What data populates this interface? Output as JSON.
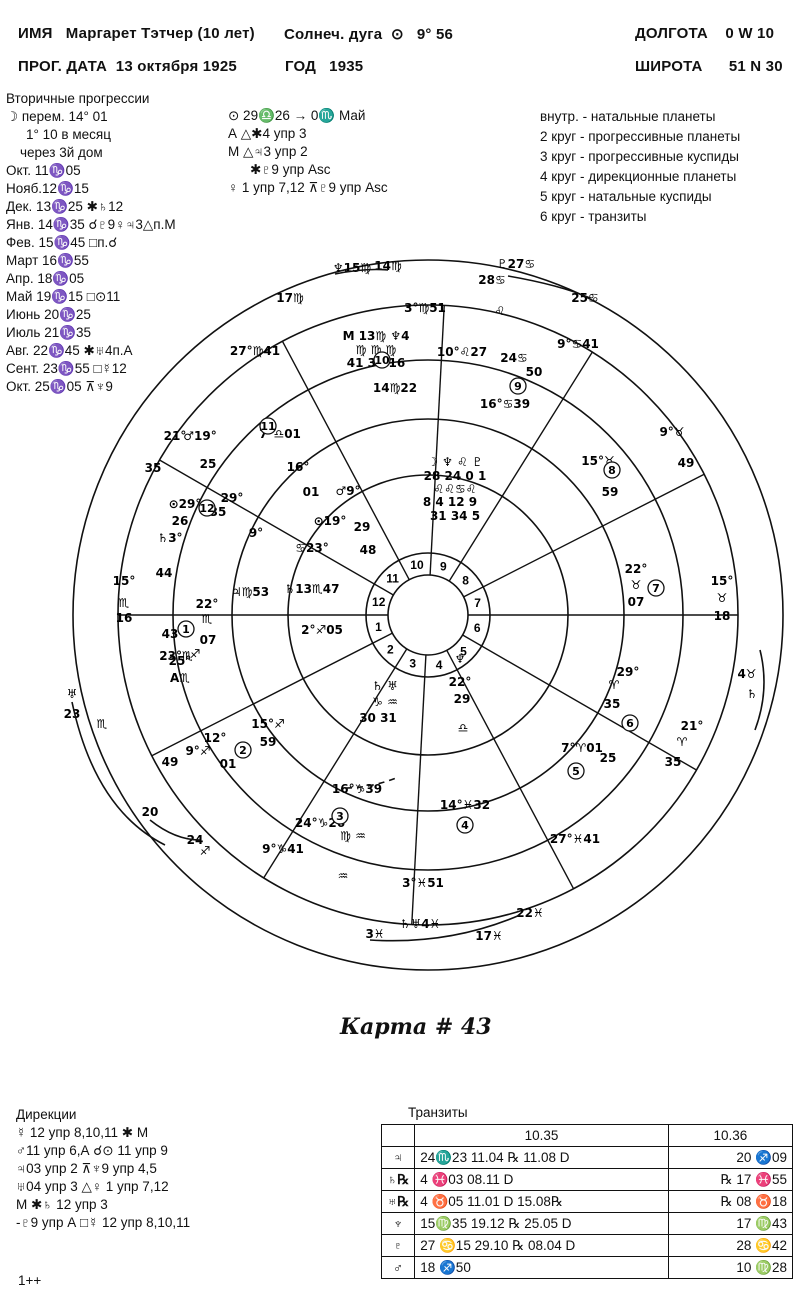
{
  "header": {
    "name_label": "ИМЯ",
    "name_value": "Маргарет Тэтчер (10 лет)",
    "solar_arc_label": "Солнеч. дуга",
    "solar_arc_value": "9° 56",
    "longitude_label": "ДОЛГОТА",
    "longitude_value": "0 W 10",
    "prog_date_label": "ПРОГ. ДАТА",
    "prog_date_value": "13 октября 1925",
    "year_label": "ГОД",
    "year_value": "1935",
    "latitude_label": "ШИРОТА",
    "latitude_value": "51 N 30"
  },
  "progressions": {
    "title": "Вторичные прогрессии",
    "lines": [
      "☽ перем. 14° 01",
      "1° 10 в месяц",
      "через 3й дом",
      "Окт. 11♑05",
      "Нояб.12♑15",
      "Дек. 13♑25 ✱♄12",
      "Янв. 14♑35 ☌♇9♀♃3△п.М",
      "Фев. 15♑45 □п.☌",
      "Март 16♑55",
      "Апр. 18♑05",
      "Май 19♑15 □⊙11",
      "Июнь 20♑25",
      "Июль 21♑35",
      "Авг. 22♑45 ✱♅4п.А",
      "Сент. 23♑55 □☿12",
      "Окт. 25♑05 ⊼♆9"
    ]
  },
  "aspects": {
    "lines": [
      "⊙ 29♎26 → 0♏ Май",
      "А △✱4 упр 3",
      "М △♃3 упр 2",
      "✱♇9 упр Asc",
      "♀ 1 упр 7,12 ⊼♇9 упр Asc"
    ]
  },
  "legend": {
    "lines": [
      "внутр. - натальные планеты",
      "2 круг - прогрессивные планеты",
      "3 круг - прогрессивные куспиды",
      "4 круг - дирекционные планеты",
      "5 круг - натальные куспиды",
      "6 круг - транзиты"
    ]
  },
  "wheel": {
    "houses": [
      "1",
      "2",
      "3",
      "4",
      "5",
      "6",
      "7",
      "8",
      "9",
      "10",
      "11",
      "12"
    ],
    "labels": [
      "♆15♍",
      "14♍",
      "♇27♋",
      "28♋",
      "25♋",
      "17♍",
      "3°♍51",
      "♌",
      "27°♍41",
      "9°♋41",
      "M 13♍ ♆4",
      "♍ ♍ ♍",
      "41 34 16",
      "10°♌27",
      "24♋",
      "50",
      "14♍22",
      "16°♋39",
      "7°♎01",
      "☽ ♆ ♌ ♇",
      "28 24 0 1",
      "♌♌♋♌",
      "8 4 12 9",
      "31 34 5",
      "21°",
      "35",
      "♂19°",
      "25",
      "⊙29°",
      "26",
      "29°",
      "35",
      "16°",
      "01",
      "♂9°",
      "29",
      "⊙19°",
      "48",
      "9°",
      "♋23°",
      "♄3°",
      "44",
      "15°",
      "♏",
      "16",
      "22°",
      "♏",
      "07",
      "♃♍53",
      "♄13♏47",
      "2°♐05",
      "9°♉",
      "49",
      "15°",
      "♉",
      "18",
      "22°",
      "♉",
      "07",
      "15°♉",
      "59",
      "♅",
      "23",
      "♏",
      "4♉",
      "♄",
      "29°",
      "♈",
      "35",
      "21°",
      "♈",
      "35",
      "7°♈01",
      "25",
      "♄ ♅",
      "♑ ♒",
      "30 31",
      "♆",
      "22°",
      "29",
      "♎",
      "15°♐",
      "59",
      "12°",
      "9°♐",
      "49",
      "01",
      "20",
      "24",
      "♐",
      "16°♑39",
      "14°♓32",
      "24°♑26",
      "♍ ♒",
      "9°♑41",
      "27°♓41",
      "♒",
      "3°♓51",
      "3♓",
      "♄♅4♓",
      "17♓",
      "22♓",
      "A♏",
      "♐",
      "23°♏",
      "43",
      "25°"
    ],
    "circled": [
      "11",
      "12",
      "2",
      "3",
      "4",
      "5",
      "6",
      "7",
      "8",
      "9",
      "10",
      "1"
    ]
  },
  "chart_title": "Карта # 43",
  "directions": {
    "title": "Дирекции",
    "lines": [
      "☿ 12 упр 8,10,11 ✱ М",
      "♂11 упр 6,А ☌⊙ 11 упр 9",
      "♃03 упр 2 ⊼♆9 упр 4,5",
      "♅04 упр 3 △♀ 1 упр 7,12",
      "М ✱♄ 12 упр 3",
      "-♇9 упр А □☿ 12 упр 8,10,11"
    ]
  },
  "transits": {
    "title": "Транзиты",
    "col1": "10.35",
    "col2": "10.36",
    "rows": [
      {
        "sym": "♃",
        "a": "24♏23   11.04 ℞   11.08 D",
        "b": "20 ♐09"
      },
      {
        "sym": "♄℞",
        "a": "4 ♓03   08.11 D",
        "b": "℞ 17 ♓55"
      },
      {
        "sym": "♅℞",
        "a": "4 ♉05   11.01 D   15.08℞",
        "b": "℞ 08 ♉18"
      },
      {
        "sym": "♆",
        "a": "15♍35   19.12 ℞   25.05 D",
        "b": "17 ♍43"
      },
      {
        "sym": "♇",
        "a": "27 ♋15   29.10 ℞   08.04 D",
        "b": "28 ♋42"
      },
      {
        "sym": "♂",
        "a": "18 ♐50",
        "b": "10 ♍28"
      }
    ]
  },
  "footer": "1++"
}
